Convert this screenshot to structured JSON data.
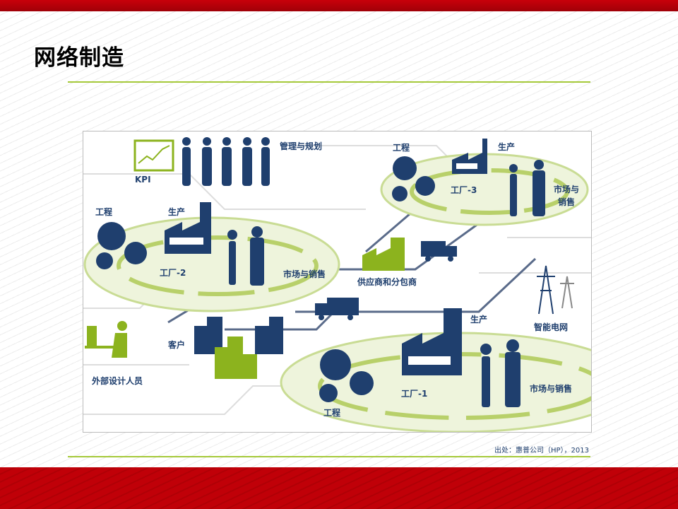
{
  "title": "网络制造",
  "source": "出处：惠普公司（HP），2013",
  "colors": {
    "navy": "#1f3f6e",
    "green": "#8cb31e",
    "red": "#c00008"
  },
  "diagram": {
    "management": {
      "label": "管理与规划",
      "kpi": "KPI"
    },
    "factory3": {
      "name": "工厂-3",
      "engineering": "工程",
      "production": "生产",
      "sales_line1": "市场与",
      "sales_line2": "销售"
    },
    "factory2": {
      "name": "工厂-2",
      "engineering": "工程",
      "production": "生产",
      "sales": "市场与销售"
    },
    "factory1": {
      "name": "工厂-1",
      "engineering": "工程",
      "production": "生产",
      "sales": "市场与销售"
    },
    "suppliers": "供应商和分包商",
    "smart_grid": "智能电网",
    "customers": "客户",
    "external_designers": "外部设计人员"
  }
}
